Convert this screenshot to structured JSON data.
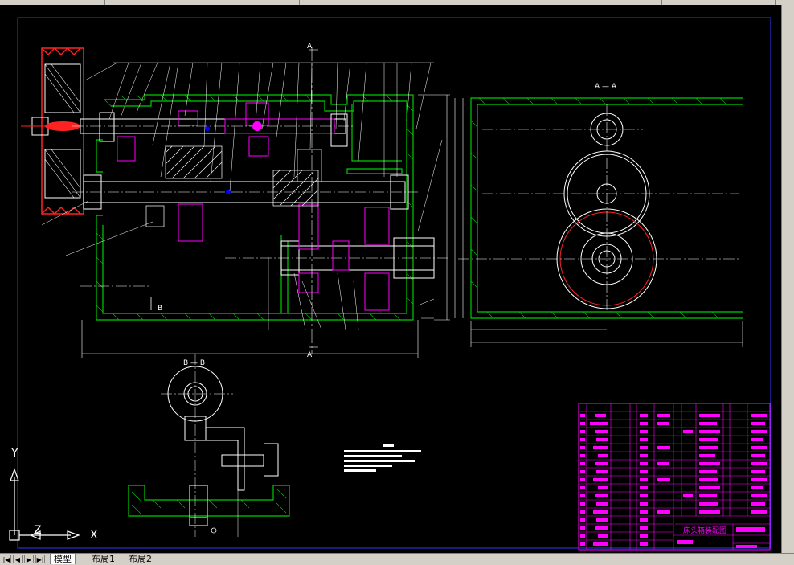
{
  "drawing": {
    "section_label_a": "A",
    "section_label_a2": "A",
    "section_label_b": "B",
    "view_a_title": "A — A",
    "view_b_title": "B — B",
    "title_block_title": "床头箱装配图"
  },
  "ucs": {
    "x_label": "X",
    "y_label": "Y",
    "z_label": "Z"
  },
  "tabs": {
    "model": "模型",
    "layout1": "布局1",
    "layout2": "布局2"
  },
  "nav": {
    "first": "|◀",
    "prev": "◀",
    "next": "▶",
    "last": "▶|"
  },
  "colors": {
    "background": "#000000",
    "line": "#ffffff",
    "housing": "#00cc00",
    "gear": "#ff00ff",
    "frame": "#3333ff",
    "shaft_mark": "#0000ff",
    "red_part": "#ff2222"
  }
}
